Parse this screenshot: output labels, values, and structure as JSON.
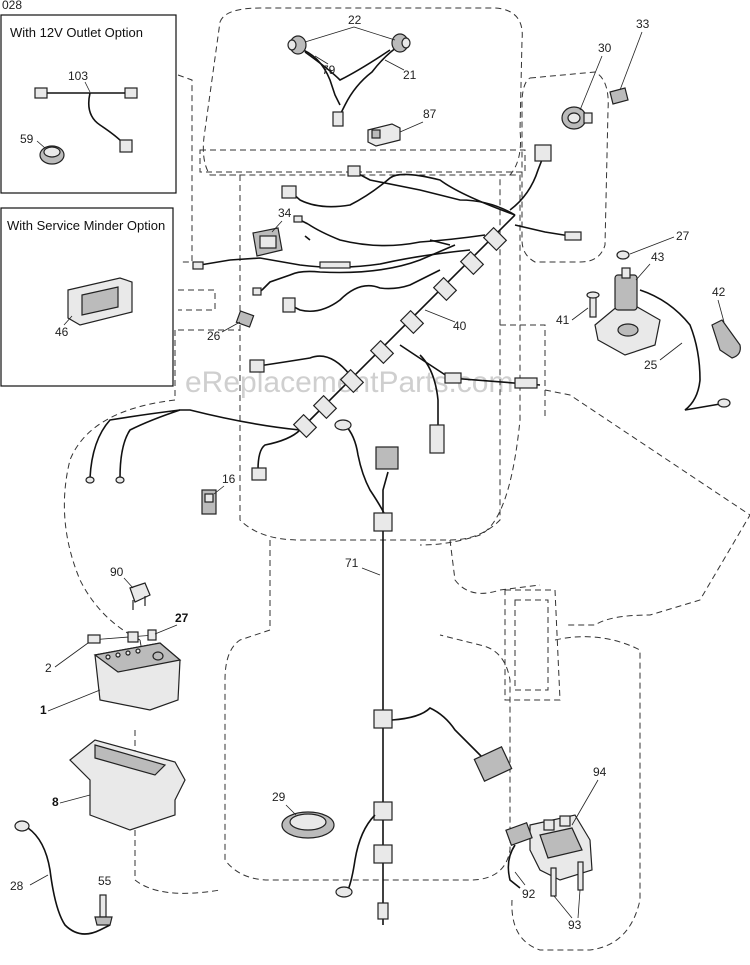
{
  "corner_code": "028",
  "watermark": "eReplacementParts.com",
  "option_boxes": [
    {
      "title": "With 12V Outlet Option",
      "parts": [
        "103",
        "59"
      ]
    },
    {
      "title": "With Service Minder Option",
      "parts": [
        "46"
      ]
    }
  ],
  "callouts": {
    "c22": "22",
    "c79": "79",
    "c21": "21",
    "c87": "87",
    "c30": "30",
    "c33": "33",
    "c34": "34",
    "c27a": "27",
    "c43": "43",
    "c42": "42",
    "c41": "41",
    "c25": "25",
    "c40": "40",
    "c26": "26",
    "c16": "16",
    "c71": "71",
    "c90": "90",
    "c27b": "27",
    "c2": "2",
    "c1": "1",
    "c8": "8",
    "c29": "29",
    "c28": "28",
    "c55": "55",
    "c92": "92",
    "c93": "93",
    "c94": "94",
    "c103": "103",
    "c59": "59",
    "c46": "46"
  }
}
